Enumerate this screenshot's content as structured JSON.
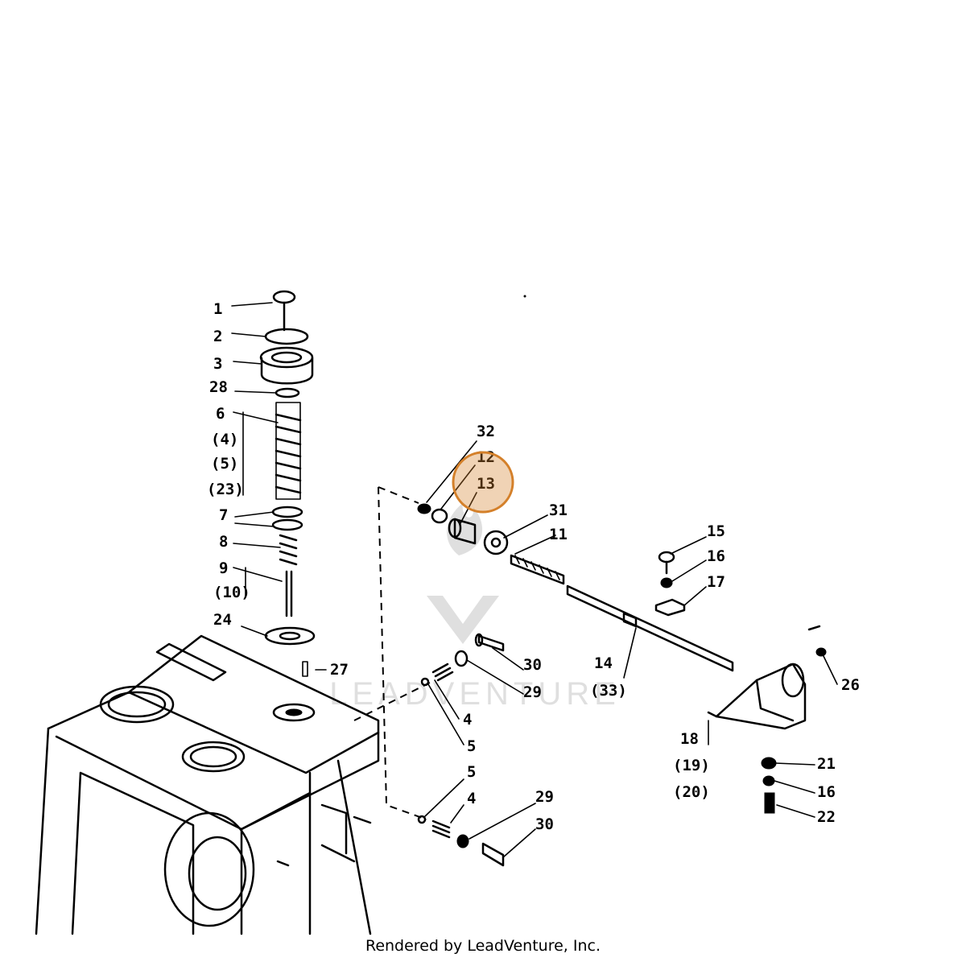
{
  "callouts": [
    "1",
    "2",
    "3",
    "28",
    "6",
    "(4)",
    "(5)",
    "(23)",
    "7",
    "8",
    "9",
    "(10)",
    "24",
    "27",
    "32",
    "12",
    "13",
    "31",
    "11",
    "15",
    "16",
    "17",
    "30",
    "29",
    "4",
    "5",
    "14",
    "(33)",
    "26",
    "18",
    "(19)",
    "(20)",
    "21",
    "16",
    "22",
    "5",
    "4",
    "29",
    "30"
  ],
  "highlight": {
    "color": "#d4802a"
  },
  "watermark": {
    "text": "LEADVENTURE"
  },
  "footer": {
    "text": "Rendered by LeadVenture, Inc."
  }
}
